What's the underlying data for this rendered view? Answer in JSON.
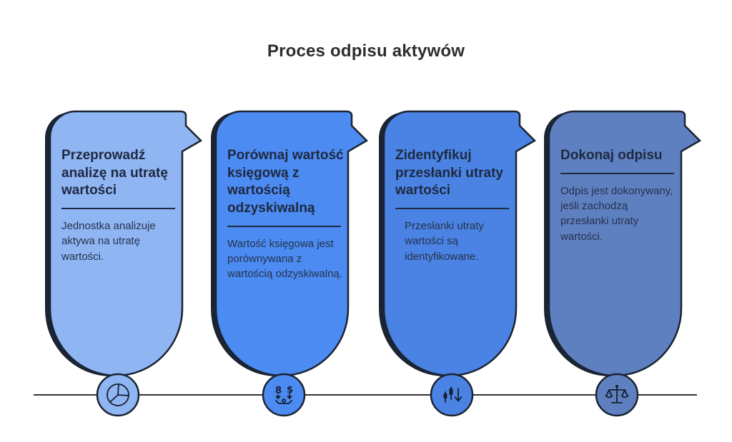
{
  "page": {
    "title": "Proces odpisu aktywów",
    "background": "#ffffff"
  },
  "outline_color": "#1b2433",
  "timeline": {
    "line_color": "#343434"
  },
  "cards": [
    {
      "title": "Przeprowadź analizę na utratę wartości",
      "body": "Jednostka analizuje aktywa na utratę wartości.",
      "fill": "#8FB5F3",
      "icon": "pie-chart-icon"
    },
    {
      "title": "Porównaj wartość księgową z wartością odzyskiwalną",
      "body": "Wartość księgowa jest porównywana z wartością odzyskiwalną.",
      "fill": "#4B8BF2",
      "icon": "value-comparison-icon"
    },
    {
      "title": "Zidentyfikuj przesłanki utraty wartości",
      "body": "Przesłanki utraty wartości są identyfikowane.",
      "fill": "#4A83E4",
      "icon": "declining-chart-icon"
    },
    {
      "title": "Dokonaj odpisu",
      "body": "Odpis jest dokonywany, jeśli zachodzą przesłanki utraty wartości.",
      "fill": "#5E80C1",
      "icon": "balance-scale-icon"
    }
  ],
  "icon_glyphs": {
    "compare_left": "8",
    "compare_right": "$"
  }
}
